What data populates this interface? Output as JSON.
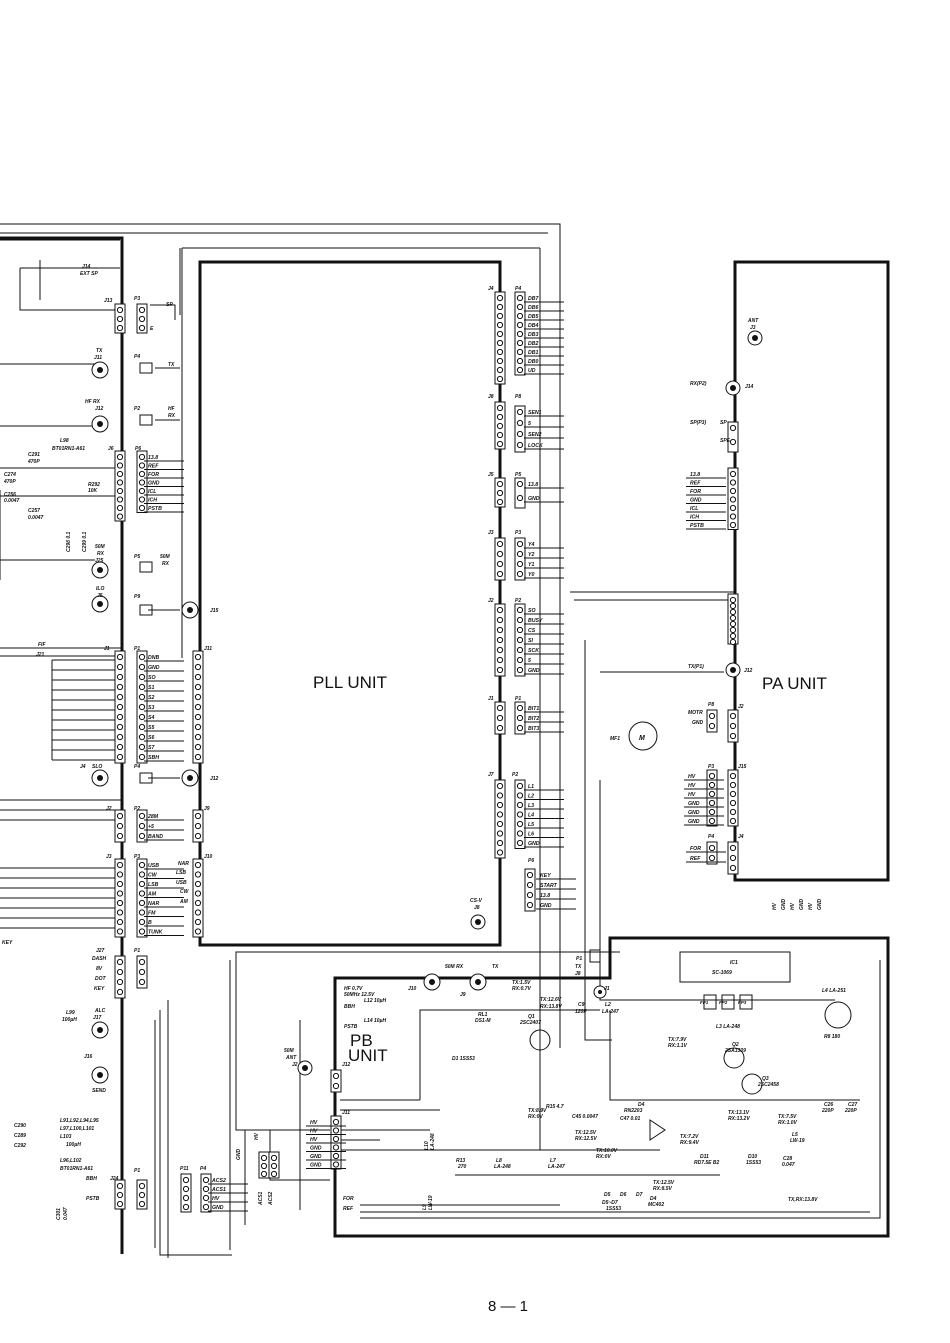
{
  "units": {
    "pll": "PLL UNIT",
    "pa": "PA UNIT",
    "pb_line1": "PB",
    "pb_line2": "UNIT"
  },
  "page_number": "8 — 1",
  "left": {
    "j14": "J14",
    "ext_sp": "EXT SP",
    "j13": "J13",
    "tx": "TX",
    "j11": "J11",
    "hfrx": "HF RX",
    "j12": "J12",
    "l98": "L98",
    "l98v": "BT01RN1-A61",
    "j6": "J6",
    "c291": "C291",
    "c291v": "470P",
    "c274": "C274",
    "c274v": "470P",
    "r292": "R292",
    "r292v": "10K",
    "c256": "C256",
    "c256v": "0.0047",
    "c257": "C257",
    "c257v": "0.0047",
    "c298": "C298 0.1",
    "c299": "C299 0.1",
    "rx50": "50M",
    "rx50b": "RX",
    "j25": "J25",
    "ilo": "ILO",
    "j5": "J5",
    "fif": "FIF",
    "j21": "J21",
    "j1": "J1",
    "j4": "J4",
    "slo": "SLO",
    "j2": "J2",
    "j3": "J3",
    "j27": "J27",
    "key": "KEY",
    "dash": "DASH",
    "v8": "8V",
    "dot": "DOT",
    "key2": "KEY",
    "l99": "L99",
    "l99v": "100µH",
    "alc": "ALC",
    "j17": "J17",
    "j16": "J16",
    "send": "SEND",
    "c290": "C290",
    "c289": "C289",
    "c292": "C292",
    "lnote1": "L91,L92,L94,L95",
    "lnote2": "L97,L100,L101",
    "lnote3": "L103",
    "lnote4": "100µH",
    "lnote5": "L96,L102",
    "lnote6": "BT01RN1-A61",
    "bbh": "BBH",
    "j24": "J24",
    "pstb": "PSTB",
    "c301": "C301",
    "c301v": "0.047"
  },
  "mid": {
    "p3": "P3",
    "sp": "SP",
    "e": "E",
    "p4": "P4",
    "tx": "TX",
    "p2": "P2",
    "hf": "HF",
    "rx": "RX",
    "p6": "P6",
    "p6pins": [
      "13.8",
      "REF",
      "FOR",
      "GND",
      "ICL",
      "ICH",
      "PSTB"
    ],
    "p5": "P5",
    "m50": "50M",
    "rx2": "RX",
    "p9": "P9",
    "j15": "J15",
    "p1": "P1",
    "j11": "J11",
    "p1pins": [
      "DNB",
      "GND",
      "SO",
      "S1",
      "S2",
      "S3",
      "S4",
      "S5",
      "S6",
      "S7",
      "SBH"
    ],
    "p4b": "P4",
    "j12": "J12",
    "p2b": "P2",
    "j9": "J9",
    "p2bpins": [
      "28M",
      "+5",
      "BAND"
    ],
    "p3b": "P3",
    "j10": "J10",
    "p3bpins": [
      "USB",
      "CW",
      "LSB",
      "AM",
      "NAR",
      "FM",
      "B",
      "TUNK"
    ],
    "p3bright": [
      "NAR",
      "LSB",
      "USB",
      "CW",
      "AM"
    ],
    "p1c": "P1"
  },
  "pll": {
    "j4": "J4",
    "p4": "P4",
    "p4pins": [
      "DB7",
      "DB6",
      "DB5",
      "DB4",
      "DB3",
      "DB2",
      "DB1",
      "DB0",
      "UD"
    ],
    "j8": "J8",
    "p8": "P8",
    "p8pins": [
      "SEN1",
      "5",
      "SEN2",
      "LOCK"
    ],
    "j5": "J5",
    "p5": "P5",
    "p5pins": [
      "13.8",
      "GND"
    ],
    "j3": "J3",
    "p3": "P3",
    "p3pins": [
      "Y4",
      "Y2",
      "Y1",
      "Y0"
    ],
    "j2": "J2",
    "p2": "P2",
    "p2pins": [
      "SO",
      "BUSY",
      "CS",
      "SI",
      "SCK",
      "5",
      "GND"
    ],
    "j1": "J1",
    "p1": "P1",
    "p1pins": [
      "BIT1",
      "BIT2",
      "BIT3"
    ],
    "j7": "J7",
    "p2b": "P2",
    "p2bpins": [
      "L1",
      "L2",
      "L3",
      "L4",
      "L5",
      "L6",
      "GND"
    ],
    "p6": "P6",
    "p6pins": [
      "KEY",
      "START",
      "13.8",
      "GND"
    ],
    "csv": "CS-V",
    "j8b": "J8"
  },
  "pa": {
    "ant": "ANT",
    "j3": "J3",
    "rxp2": "RX(P2)",
    "j14": "J14",
    "spp3": "SP(P3)",
    "sp": "SP",
    "spe": "SPE",
    "pins": [
      "13.8",
      "REF",
      "FOR",
      "GND",
      "ICL",
      "ICH",
      "PSTB"
    ],
    "txp1": "TX(P1)",
    "j12": "J12",
    "p8": "P8",
    "motr": "MOTR",
    "gnd": "GND",
    "j2": "J2",
    "mf1": "MF1",
    "motor": "M",
    "p3": "P3",
    "j15": "J15",
    "p3pins": [
      "HV",
      "HV",
      "HV",
      "GND",
      "GND",
      "GND"
    ],
    "p4": "P4",
    "j4": "J4",
    "p4pins": [
      "FOR",
      "REF"
    ],
    "bottom": [
      "HV",
      "GND",
      "HV",
      "GND",
      "HV",
      "GND"
    ]
  },
  "pb": {
    "p1": "P1",
    "tx": "TX",
    "j8": "J8",
    "j10": "J10",
    "hf": "HF 0.7V",
    "m50hz": "50MHz 12.5V",
    "l12": "L12 10µH",
    "bbh": "BBH",
    "l14": "L14 10µH",
    "pstb": "PSTB",
    "j9": "J9",
    "rx50": "50M RX",
    "tx2": "TX",
    "txv": "TX:1.5V",
    "rxv": "RX:0.7V",
    "j1": "J1",
    "q1": "Q1",
    "q1v": "2SC2407",
    "rl1": "RL1",
    "rl1v": "DS1-M",
    "d1": "D1 1SS53",
    "tx12": "TX:12.6V",
    "rx138": "RX:13.8V",
    "c9": "C9",
    "c9v": "120P",
    "l2": "L2",
    "l2v": "LA-247",
    "ic1": "IC1",
    "ic1v": "SC-1069",
    "fp": [
      "FP1",
      "FP2",
      "FP3"
    ],
    "l4": "L4 LA-251",
    "l3": "L3 LA-248",
    "q2": "Q2",
    "q2v": "2SA1339",
    "q3": "Q3",
    "q3v": "2SC2458",
    "r8": "R8 180",
    "m50ant": "50M",
    "ant": "ANT",
    "j2": "J2",
    "j12": "J12",
    "j11": "J11",
    "j11pins": [
      "HV",
      "HV",
      "HV",
      "GND",
      "GND",
      "GND"
    ],
    "gnd": "GND",
    "hv": "HV",
    "p11": "P11",
    "p4": "P4",
    "p4pins": [
      "ACS2",
      "ACS1",
      "HV",
      "GND"
    ],
    "acs1": "ACS1",
    "acs2": "ACS2",
    "p1b": "P1",
    "r13": "R13",
    "r13v": "270",
    "l8": "L8",
    "l8v": "LA-248",
    "l7": "L7",
    "l7v": "LA-247",
    "c45": "C45 0.0047",
    "c47": "C47 0.01",
    "r15": "R15 4.7",
    "d4": "D4",
    "rn": "RN2203",
    "tx8": "TX:8.9V",
    "rx0": "RX:0V",
    "tx125": "TX:12.5V",
    "rx125": "RX:12.5V",
    "tx10": "TX:10.0V",
    "rx0b": "RX:0V",
    "tx135": "TX:12.5V",
    "rx85": "RX:8.5V",
    "tx79": "TX:7.9V",
    "rx11": "RX:1.1V",
    "tx75": "TX:7.5V",
    "rx10": "RX:1.0V",
    "tx72": "TX:7.2V",
    "rx94": "RX:9.4V",
    "tx131": "TX:13.1V",
    "rx132": "RX:13.2V",
    "d11": "D11",
    "d11v": "RD7.5E B2",
    "d10": "D10",
    "d10v": "1SS53",
    "d5": "D5",
    "d6": "D6",
    "d7": "D7",
    "d567": "D5~D7",
    "d567v": "1SS53",
    "d4b": "D4",
    "d4bv": "MC402",
    "l5": "L5",
    "l5v": "LW-19",
    "c28": "C28",
    "c28v": "0.047",
    "l9": "L9",
    "l9v": "LW-19",
    "l10": "L10",
    "l10v": "LA-248",
    "txrx": "TX,RX:13.8V",
    "c26": "C26",
    "c26v": "220P",
    "c27": "C27",
    "c27v": "220P",
    "for": "FOR",
    "ref": "REF"
  }
}
